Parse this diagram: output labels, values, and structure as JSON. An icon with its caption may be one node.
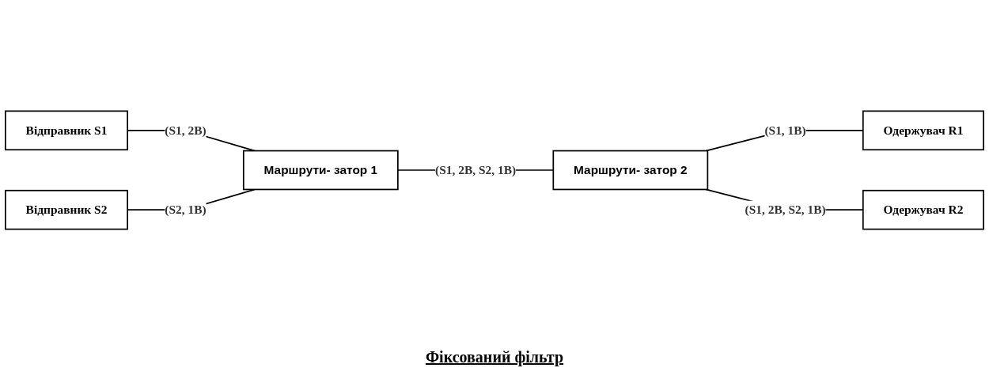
{
  "diagram": {
    "caption": "Фіксований фільтр",
    "nodes": [
      {
        "text": [
          "Відправник S1"
        ]
      },
      {
        "text": [
          "Одержувач R1"
        ]
      },
      {
        "text": [
          "Маршрути- затор 1"
        ]
      },
      {
        "text": [
          "Маршрути- затор 2"
        ]
      },
      {
        "text": [
          "Відправник S2"
        ]
      },
      {
        "text": [
          "Одержувач R2"
        ]
      }
    ],
    "edges": [
      {
        "from": 0,
        "to": 2,
        "arrow": "none",
        "label": "(S1, 2B)"
      },
      {
        "from": 4,
        "to": 2,
        "arrow": "none",
        "label": "(S2, 1B)"
      },
      {
        "from": 2,
        "to": 3,
        "arrow": "none",
        "label": "(S1, 2B, S2, 1B)"
      },
      {
        "from": 3,
        "to": 1,
        "arrow": "none",
        "label": "(S1, 1B)"
      },
      {
        "from": 3,
        "to": 5,
        "arrow": "none",
        "label": "(S1, 2B, S2, 1B)"
      }
    ]
  }
}
